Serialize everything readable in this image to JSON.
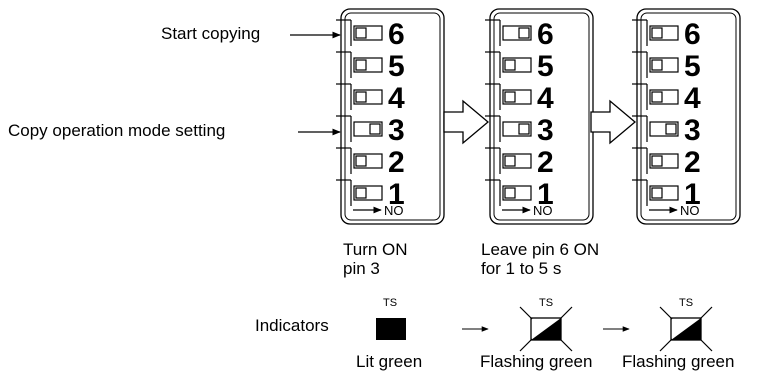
{
  "labels": {
    "start_copying": "Start copying",
    "copy_mode": "Copy operation mode setting",
    "indicators": "Indicators"
  },
  "switch": {
    "pins": [
      "6",
      "5",
      "4",
      "3",
      "2",
      "1"
    ],
    "on_label": "NO"
  },
  "panels": [
    {
      "id": "panel-1",
      "on_pins": [
        "3"
      ]
    },
    {
      "id": "panel-2",
      "on_pins": [
        "3",
        "6"
      ]
    },
    {
      "id": "panel-3",
      "on_pins": [
        "3"
      ]
    }
  ],
  "steps": [
    {
      "caption": "Turn ON\npin 3"
    },
    {
      "caption": "Leave pin 6 ON\nfor 1 to 5 s"
    }
  ],
  "indicator_states": [
    {
      "ts": "TS",
      "state": "Lit green",
      "style": "solid"
    },
    {
      "ts": "TS",
      "state": "Flashing green",
      "style": "flashing"
    },
    {
      "ts": "TS",
      "state": "Flashing green",
      "style": "flashing"
    }
  ]
}
